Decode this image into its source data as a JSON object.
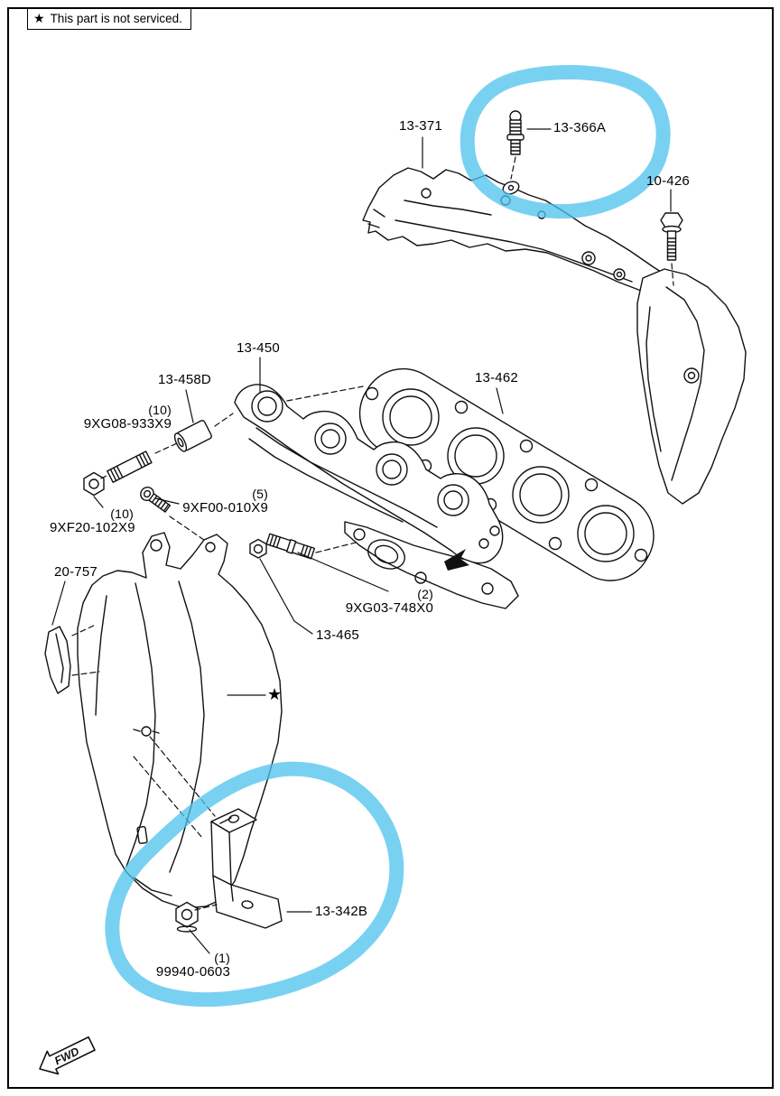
{
  "note": {
    "star": "★",
    "text": "This part is not serviced."
  },
  "annotations": {
    "highlight_color": "#4cc2ee"
  },
  "parts": {
    "p13_371": "13-371",
    "p13_366A": "13-366A",
    "p10_426": "10-426",
    "p13_450": "13-450",
    "p13_458D": "13-458D",
    "p9XG08_933X9": {
      "qty": "(10)",
      "code": "9XG08-933X9"
    },
    "p9XF20_102X9": {
      "qty": "(10)",
      "code": "9XF20-102X9"
    },
    "p9XF00_010X9": {
      "qty": "(5)",
      "code": "9XF00-010X9"
    },
    "p13_462": "13-462",
    "p9XG03_748X0": {
      "qty": "(2)",
      "code": "9XG03-748X0"
    },
    "p13_465": "13-465",
    "p20_757": "20-757",
    "star_marker": "★",
    "p13_342B": "13-342B",
    "p99940_0603": {
      "qty": "(1)",
      "code": "99940-0603"
    },
    "fwd": "FWD"
  }
}
